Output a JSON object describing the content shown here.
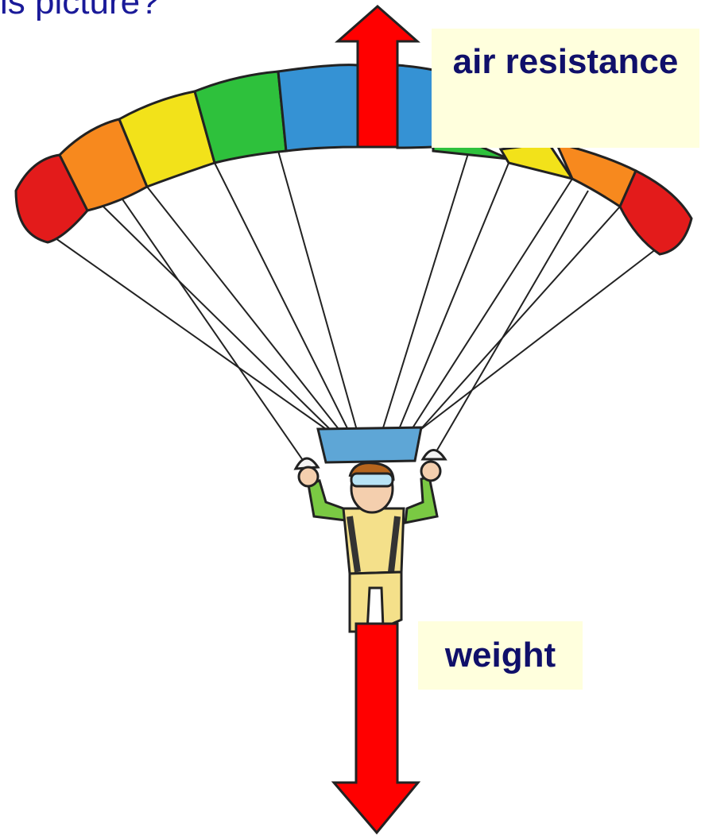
{
  "question": "is picture?",
  "labels": {
    "air_resistance": "air resistance",
    "weight": "weight"
  },
  "colors": {
    "arrow": "#ff0000",
    "label_background": "#ffffdd",
    "label_text": "#10106a",
    "question_text": "#1a1a99"
  }
}
